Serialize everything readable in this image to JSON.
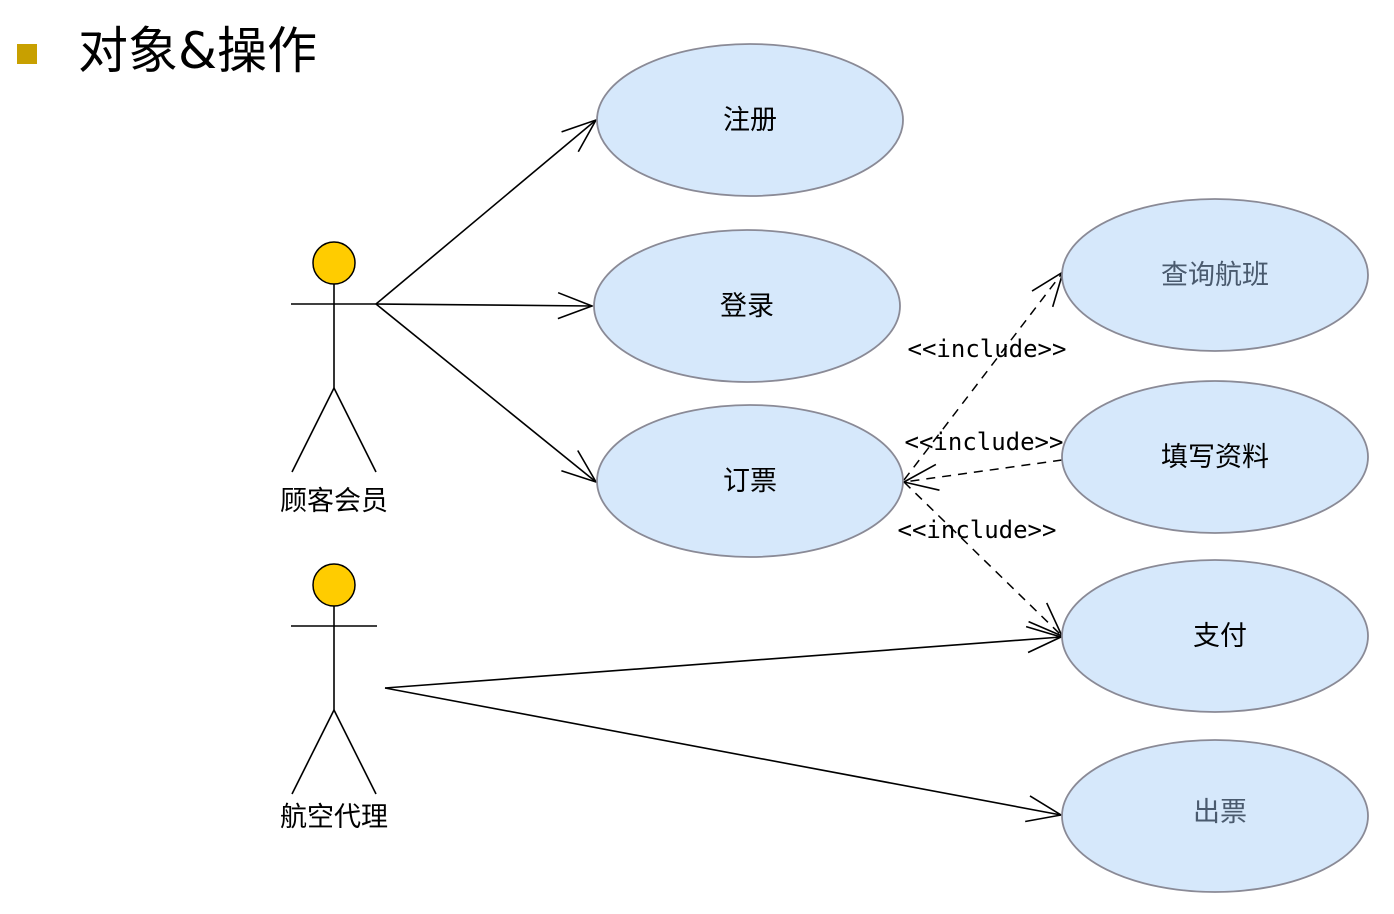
{
  "title": {
    "text": "对象&操作"
  },
  "colors": {
    "bullet": "#c8a000",
    "usecase_fill": "#d6e8fb",
    "usecase_stroke": "#8a8a96",
    "actor_head": "#ffcc00",
    "text_dark": "#000000",
    "text_slate": "#4a5a6e"
  },
  "actors": {
    "customer": {
      "label": "顾客会员"
    },
    "agent": {
      "label": "航空代理"
    }
  },
  "usecases": {
    "register": {
      "label": "注册"
    },
    "login": {
      "label": "登录"
    },
    "book": {
      "label": "订票"
    },
    "query": {
      "label": "查询航班"
    },
    "fill": {
      "label": "填写资料"
    },
    "pay": {
      "label": "支付"
    },
    "ticket": {
      "label": "出票"
    }
  },
  "relations": {
    "include_query": "<<include>>",
    "include_fill": "<<include>>",
    "include_pay": "<<include>>"
  }
}
